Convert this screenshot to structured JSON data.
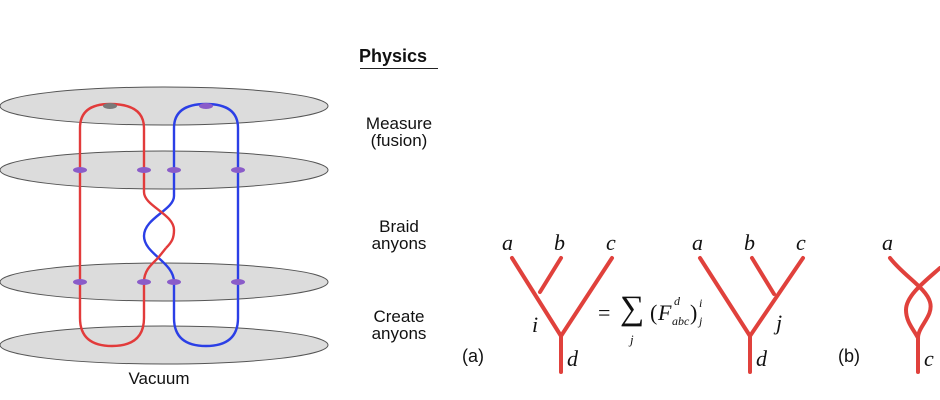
{
  "physics": {
    "title": "Physics",
    "steps": {
      "measure_line1": "Measure",
      "measure_line2": "(fusion)",
      "braid_line1": "Braid",
      "braid_line2": "anyons",
      "create_line1": "Create",
      "create_line2": "anyons"
    },
    "vacuum_label": "Vacuum",
    "colors": {
      "worldline_left": "#e23b3b",
      "worldline_right": "#2b3fe6",
      "plane_fill": "#dcdcdc",
      "anyon_marker": "#8a5cc9"
    }
  },
  "fmove": {
    "panel_a_tag": "(a)",
    "panel_b_tag": "(b)",
    "tree_left": {
      "top_labels": [
        "a",
        "b",
        "c"
      ],
      "internal_label": "i",
      "bottom_label": "d"
    },
    "equation": {
      "equals": "=",
      "sum_symbol": "∑",
      "sum_index": "j",
      "open_paren": "(",
      "F": "F",
      "F_superscript": "d",
      "F_subscript": "abc",
      "close_paren": ")",
      "outer_sup": "i",
      "outer_sub": "j"
    },
    "tree_right": {
      "top_labels": [
        "a",
        "b",
        "c"
      ],
      "internal_label": "j",
      "bottom_label": "d"
    },
    "tree_b": {
      "top_label": "a",
      "bottom_label": "c"
    },
    "colors": {
      "tree_line": "#e0413c"
    }
  }
}
